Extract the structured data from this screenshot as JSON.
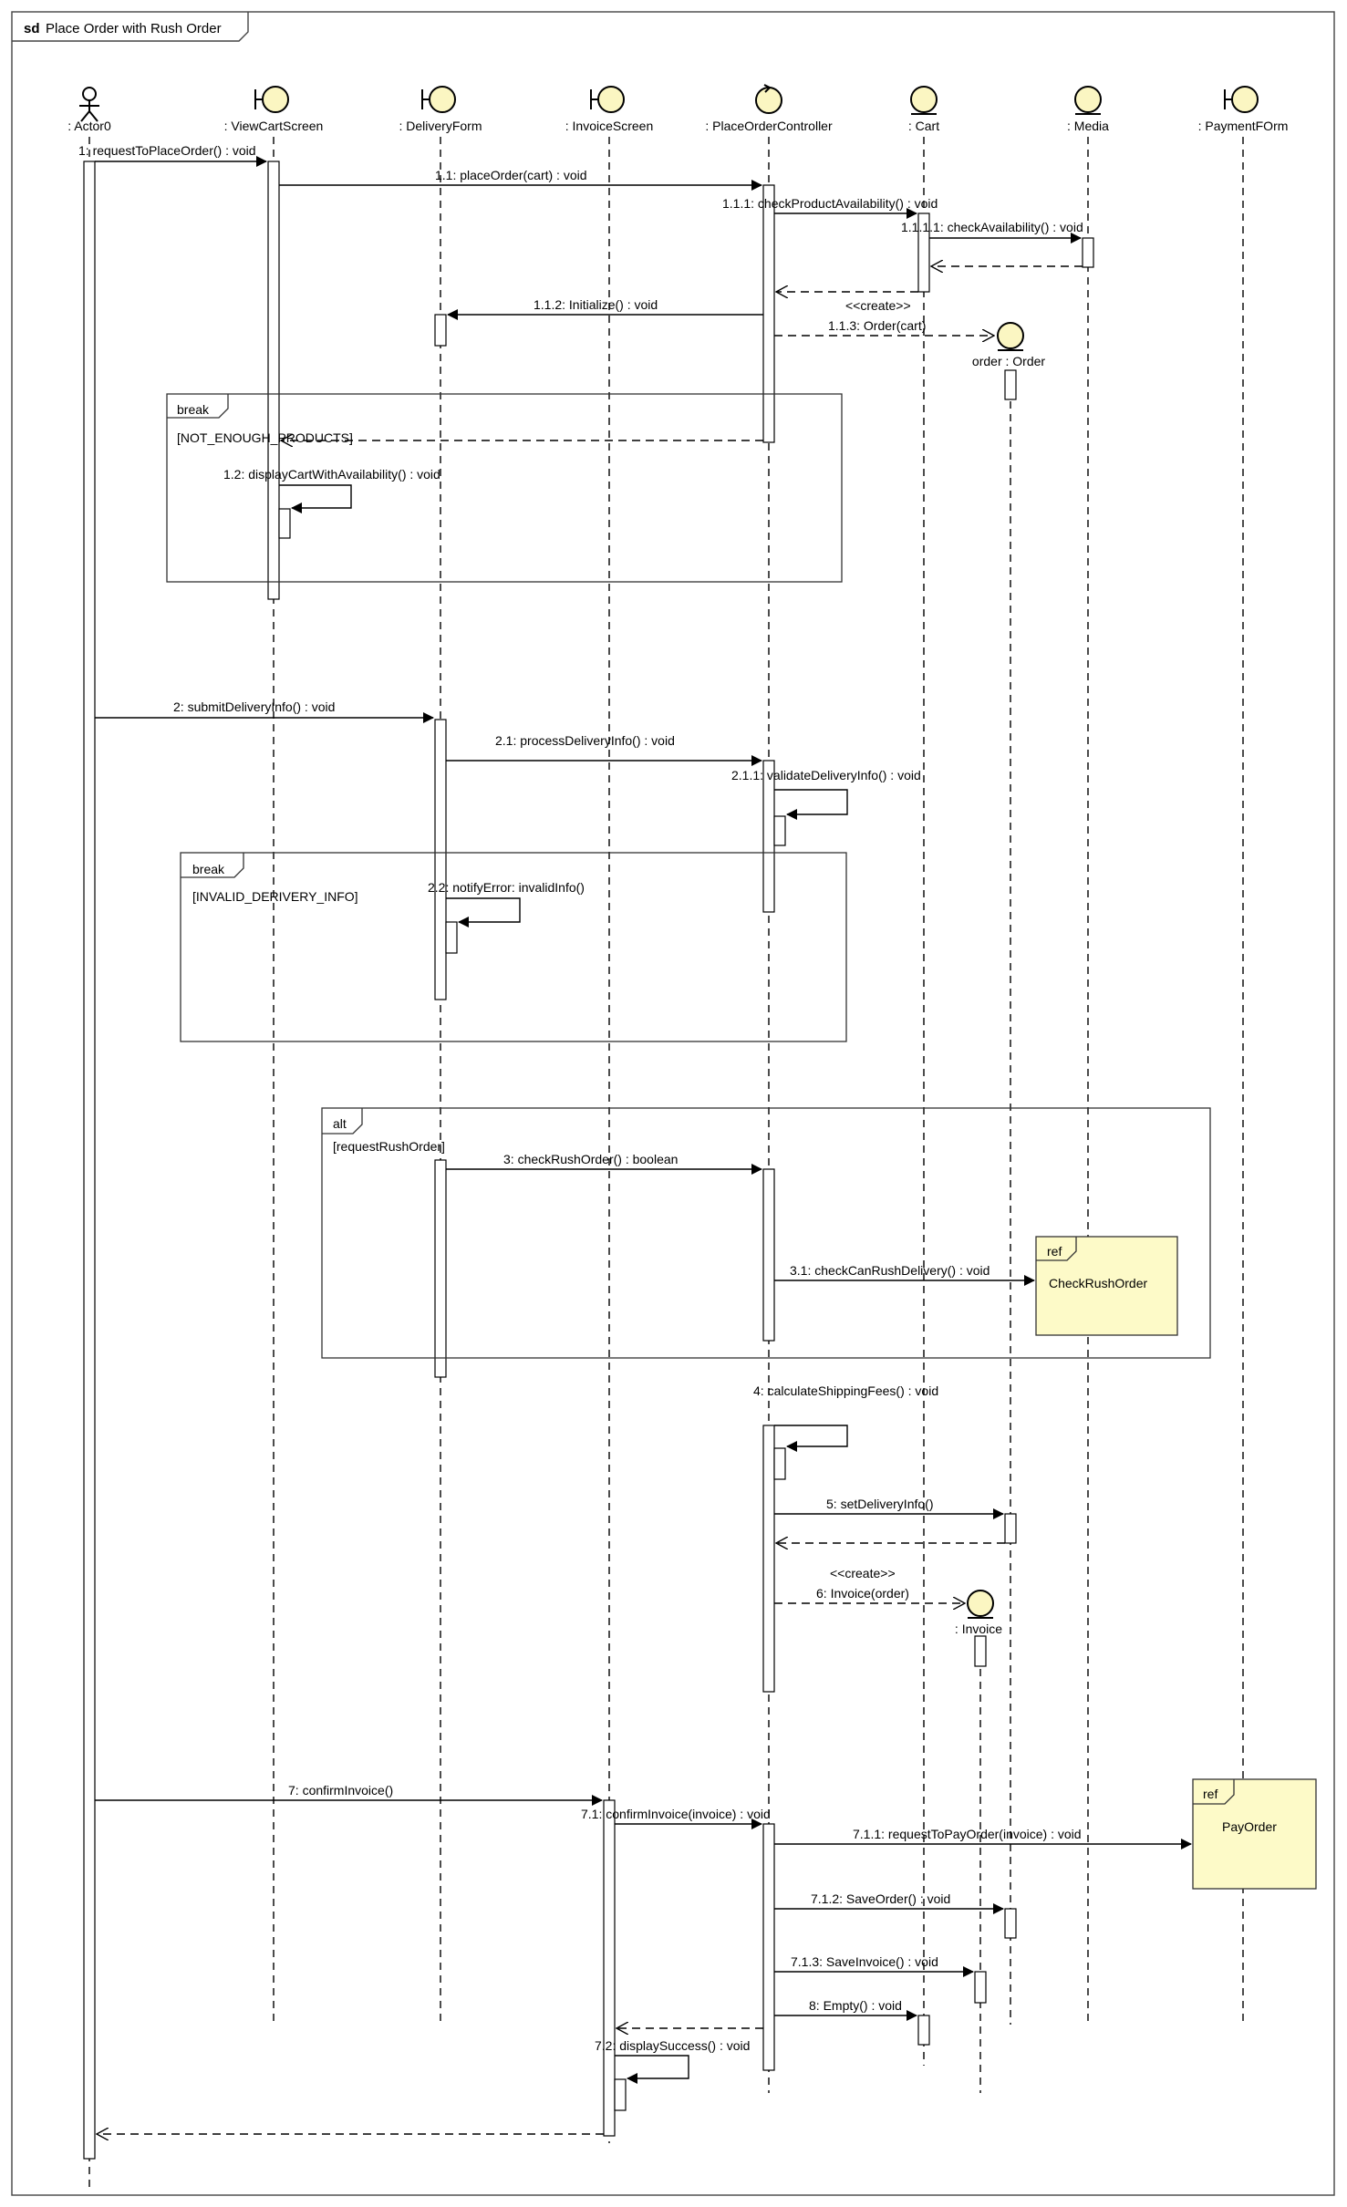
{
  "diagram": {
    "kind": "sd",
    "title": "Place Order with Rush Order"
  },
  "lifelines": [
    {
      "id": "actor",
      "label": ": Actor0",
      "type": "actor"
    },
    {
      "id": "viewcart",
      "label": ": ViewCartScreen",
      "type": "boundary"
    },
    {
      "id": "delivery",
      "label": ": DeliveryForm",
      "type": "boundary"
    },
    {
      "id": "invoicescr",
      "label": ": InvoiceScreen",
      "type": "boundary"
    },
    {
      "id": "controller",
      "label": ": PlaceOrderController",
      "type": "control"
    },
    {
      "id": "cart",
      "label": ": Cart",
      "type": "entity"
    },
    {
      "id": "media",
      "label": ": Media",
      "type": "entity"
    },
    {
      "id": "payment",
      "label": ": PaymentFOrm",
      "type": "boundary"
    }
  ],
  "created_objects": [
    {
      "id": "order",
      "label": "order : Order",
      "type": "entity"
    },
    {
      "id": "invoice",
      "label": ": Invoice",
      "type": "entity"
    }
  ],
  "messages": [
    {
      "id": "m1",
      "label": "1: requestToPlaceOrder() : void"
    },
    {
      "id": "m1_1",
      "label": "1.1: placeOrder(cart) : void"
    },
    {
      "id": "m1_1_1",
      "label": "1.1.1: checkProductAvailability() : void"
    },
    {
      "id": "m1_1_1_1",
      "label": "1.1.1.1: checkAvailability() : void"
    },
    {
      "id": "m1_1_2",
      "label": "1.1.2: Initialize() : void"
    },
    {
      "id": "m1_1_3",
      "label": "1.1.3: Order(cart)"
    },
    {
      "id": "m1_2",
      "label": "1.2: displayCartWithAvailability() : void"
    },
    {
      "id": "m2",
      "label": "2: submitDeliveryInfo() : void"
    },
    {
      "id": "m2_1",
      "label": "2.1: processDeliveryInfo() : void"
    },
    {
      "id": "m2_1_1",
      "label": "2.1.1: validateDeliveryInfo() : void"
    },
    {
      "id": "m2_2",
      "label": "2.2: notifyError: invalidInfo()"
    },
    {
      "id": "m3",
      "label": "3: checkRushOrder() : boolean"
    },
    {
      "id": "m3_1",
      "label": "3.1: checkCanRushDelivery() : void"
    },
    {
      "id": "m4",
      "label": "4: calculateShippingFees() : void"
    },
    {
      "id": "m5",
      "label": "5: setDeliveryInfo()"
    },
    {
      "id": "m6",
      "label": "6: Invoice(order)"
    },
    {
      "id": "m7",
      "label": "7: confirmInvoice()"
    },
    {
      "id": "m7_1",
      "label": "7.1: confirmInvoice(invoice) : void"
    },
    {
      "id": "m7_1_1",
      "label": "7.1.1: requestToPayOrder(invoice) : void"
    },
    {
      "id": "m7_1_2",
      "label": "7.1.2: SaveOrder() : void"
    },
    {
      "id": "m7_1_3",
      "label": "7.1.3: SaveInvoice() : void"
    },
    {
      "id": "m8",
      "label": "8: Empty() : void"
    },
    {
      "id": "m7_2",
      "label": "7.2: displaySuccess() : void"
    }
  ],
  "stereotypes": {
    "create": "<<create>>"
  },
  "fragments": [
    {
      "id": "break1",
      "operator": "break",
      "guard": "[NOT_ENOUGH_PRODUCTS]"
    },
    {
      "id": "break2",
      "operator": "break",
      "guard": "[INVALID_DERIVERY_INFO]"
    },
    {
      "id": "alt1",
      "operator": "alt",
      "guard": "[requestRushOrder]"
    }
  ],
  "refs": [
    {
      "id": "ref1",
      "keyword": "ref",
      "label": "CheckRushOrder"
    },
    {
      "id": "ref2",
      "keyword": "ref",
      "label": "PayOrder"
    }
  ],
  "colors": {
    "object_fill": "#fbf6c2",
    "ref_fill": "#fdfac8",
    "line": "#000000"
  }
}
